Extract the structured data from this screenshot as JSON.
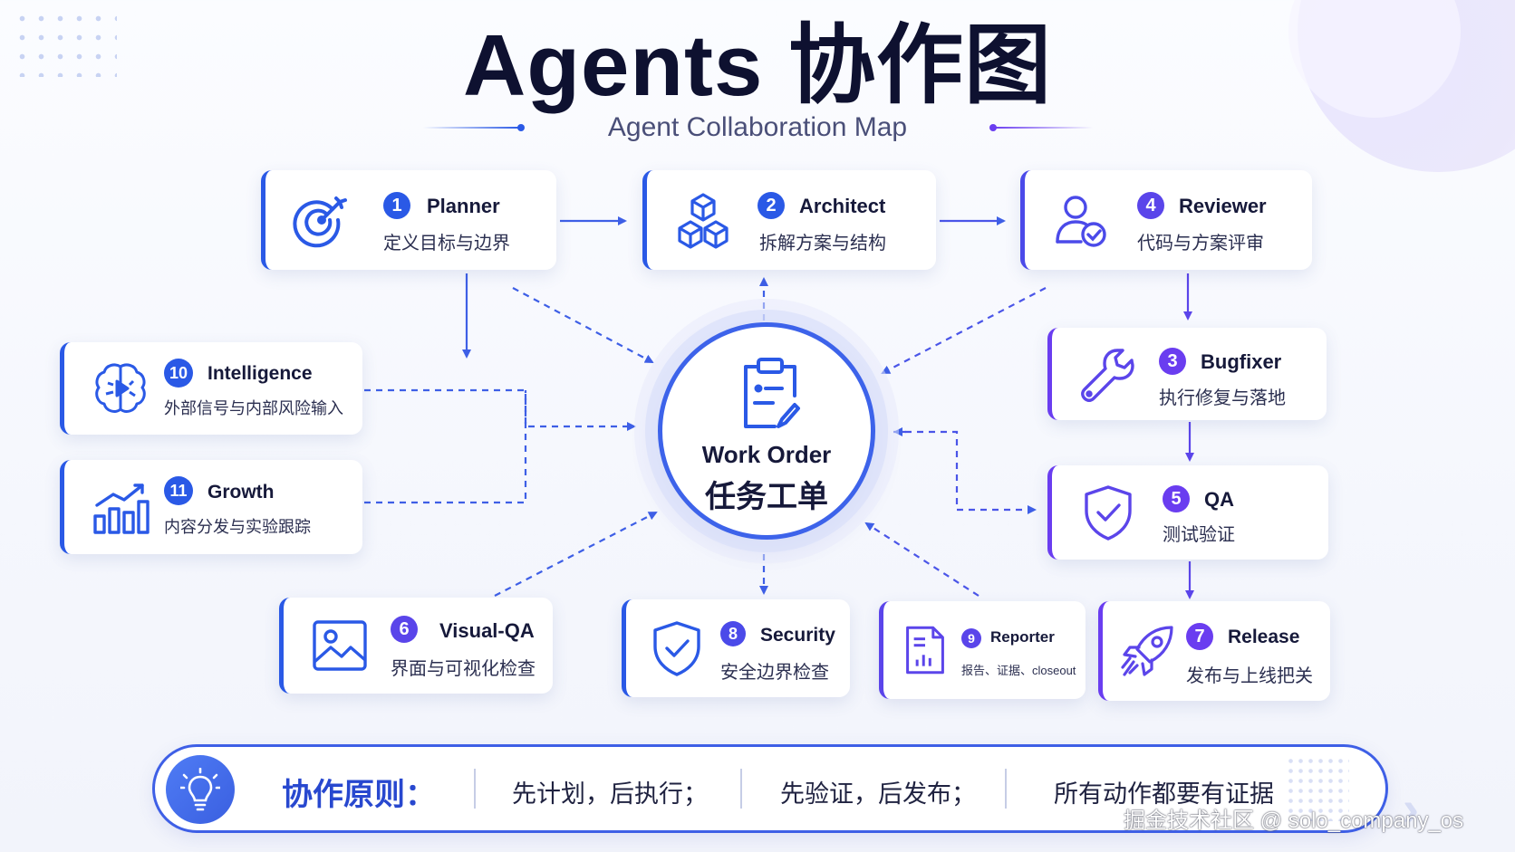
{
  "title": "Agents 协作图",
  "subtitle": "Agent Collaboration Map",
  "colors": {
    "blue": "#2a59e6",
    "purple": "#6a3df0",
    "link": "#3e5fe6"
  },
  "hub": {
    "label_en": "Work Order",
    "label_zh": "任务工单",
    "icon": "clipboard-edit-icon"
  },
  "agents": {
    "planner": {
      "num": "1",
      "name": "Planner",
      "desc": "定义目标与边界",
      "icon": "target-icon"
    },
    "architect": {
      "num": "2",
      "name": "Architect",
      "desc": "拆解方案与结构",
      "icon": "cubes-icon"
    },
    "reviewer": {
      "num": "4",
      "name": "Reviewer",
      "desc": "代码与方案评审",
      "icon": "user-check-icon"
    },
    "bugfixer": {
      "num": "3",
      "name": "Bugfixer",
      "desc": "执行修复与落地",
      "icon": "wrench-icon"
    },
    "qa": {
      "num": "5",
      "name": "QA",
      "desc": "测试验证",
      "icon": "shield-check-icon"
    },
    "intelligence": {
      "num": "10",
      "name": "Intelligence",
      "desc": "外部信号与内部风险输入",
      "icon": "brain-icon"
    },
    "growth": {
      "num": "11",
      "name": "Growth",
      "desc": "内容分发与实验跟踪",
      "icon": "growth-chart-icon"
    },
    "visual_qa": {
      "num": "6",
      "name": "Visual-QA",
      "desc": "界面与可视化检查",
      "icon": "image-icon"
    },
    "security": {
      "num": "8",
      "name": "Security",
      "desc": "安全边界检查",
      "icon": "shield-check-icon"
    },
    "reporter": {
      "num": "9",
      "name": "Reporter",
      "desc": "报告、证据、closeout",
      "icon": "report-icon"
    },
    "release": {
      "num": "7",
      "name": "Release",
      "desc": "发布与上线把关",
      "icon": "rocket-icon"
    }
  },
  "principles": {
    "label": "协作原则：",
    "rules": [
      "先计划，后执行；",
      "先验证，后发布；",
      "所有动作都要有证据"
    ],
    "icon": "lightbulb-icon"
  },
  "watermark": "掘金技术社区 @ solo_company_os"
}
